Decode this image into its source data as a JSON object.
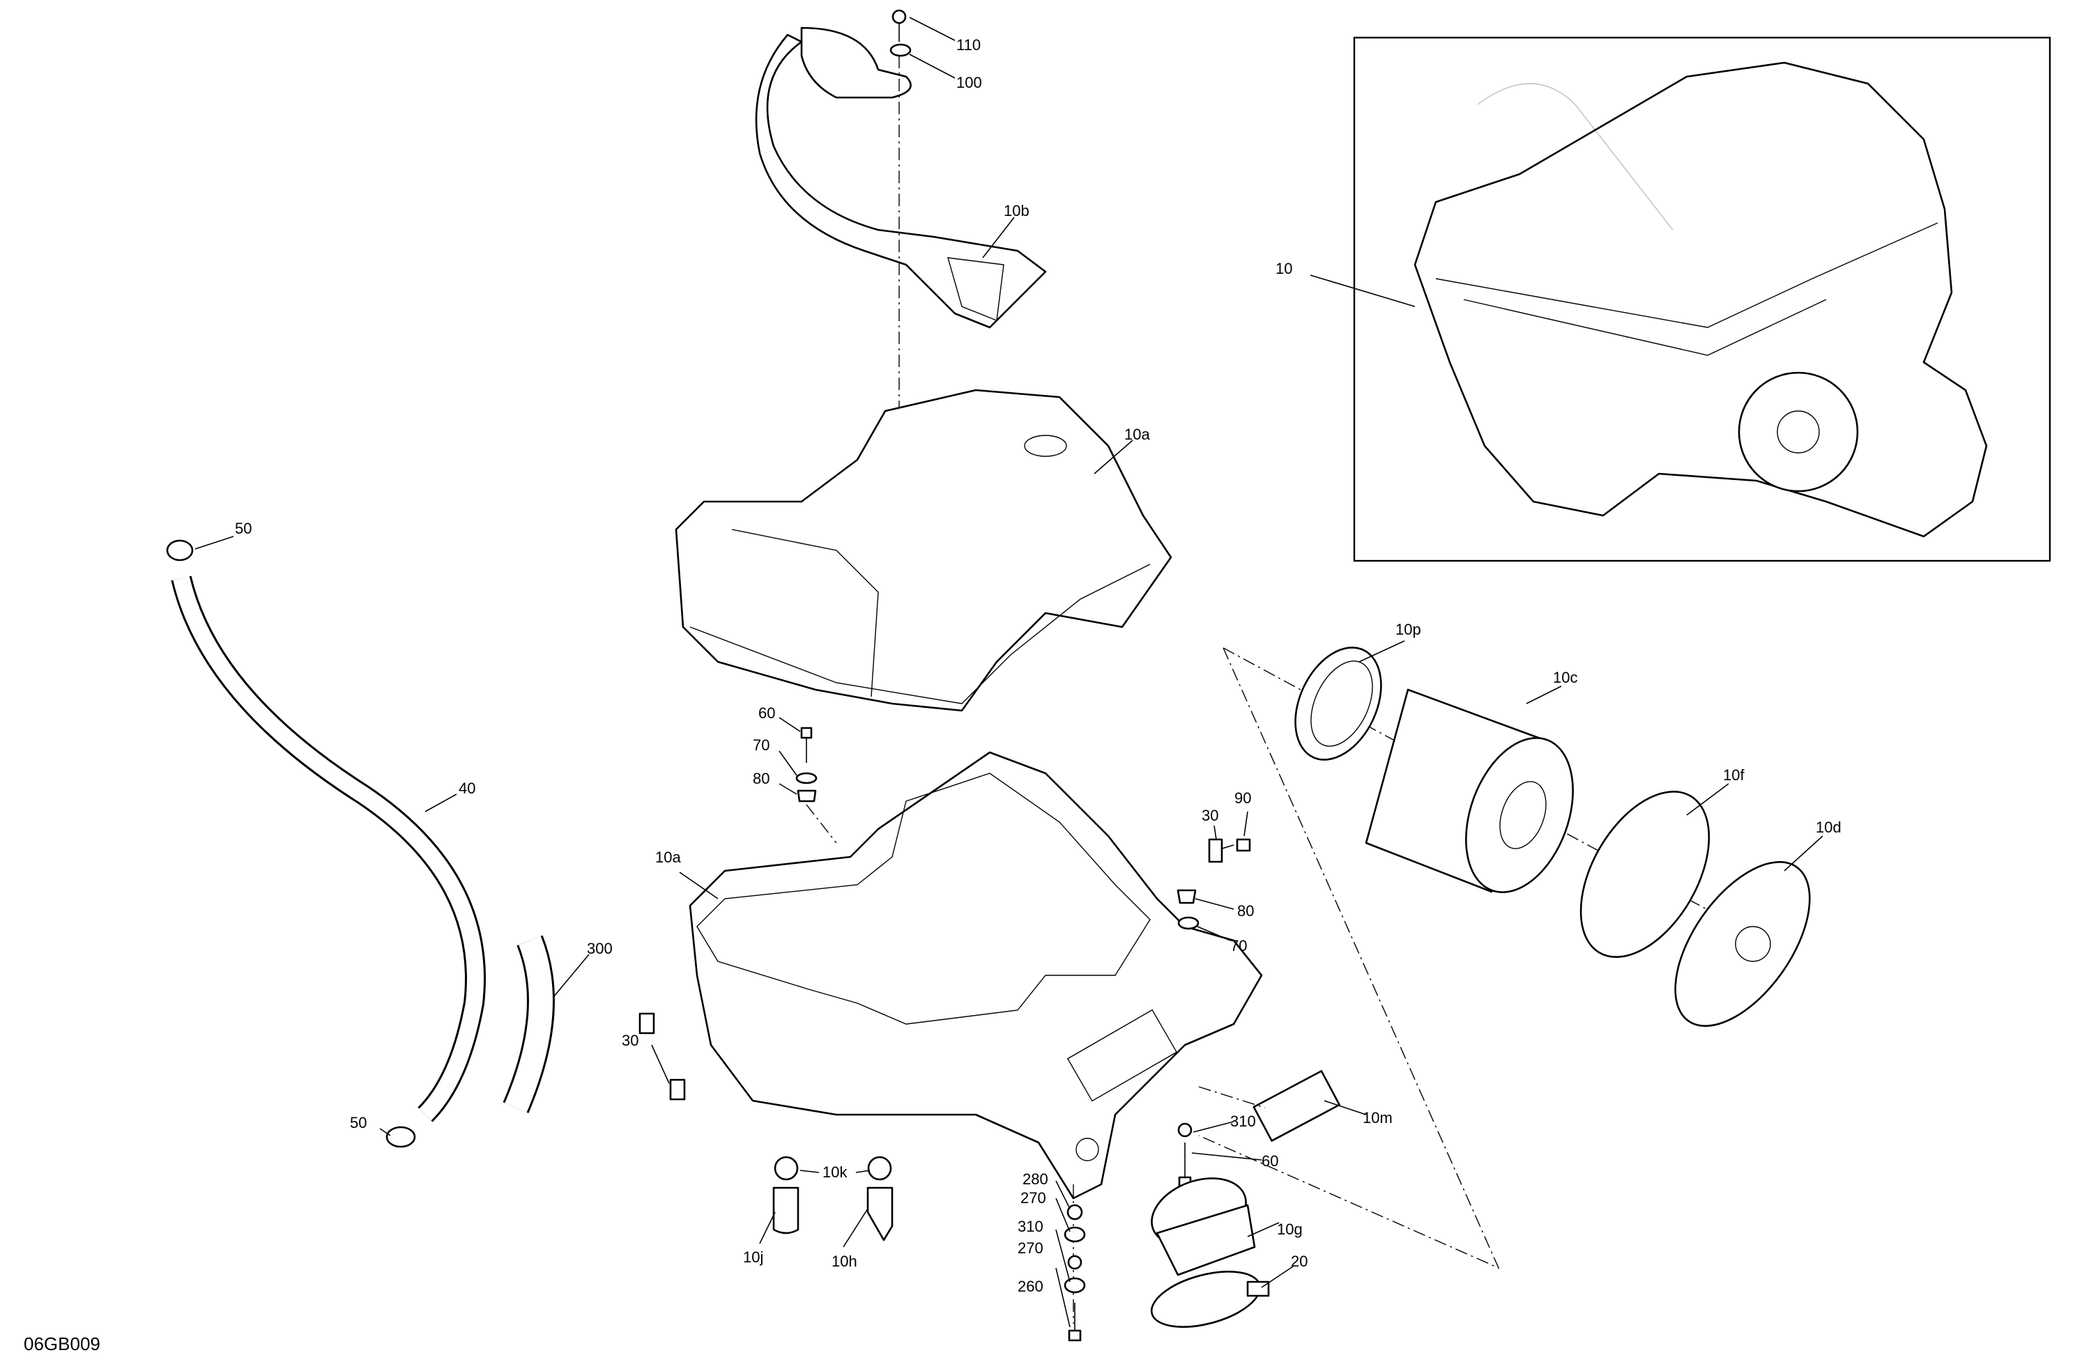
{
  "diagram": {
    "reference_code": "06GB009",
    "inset_label": "10",
    "callouts": {
      "c110": "110",
      "c100": "100",
      "c10b": "10b",
      "c10a_top": "10a",
      "c10": "10",
      "c50_top": "50",
      "c40": "40",
      "c300": "300",
      "c50_bottom": "50",
      "c30_left": "30",
      "c10a_lower": "10a",
      "c60": "60",
      "c70": "70",
      "c80": "80",
      "c90": "90",
      "c30_right": "30",
      "c80_right": "80",
      "c70_right": "70",
      "c10p": "10p",
      "c10c": "10c",
      "c10f": "10f",
      "c10d": "10d",
      "c10m": "10m",
      "c310_right": "310",
      "c60_bottom": "60",
      "c10g": "10g",
      "c20": "20",
      "c280": "280",
      "c270_a": "270",
      "c310_stack": "310",
      "c270_b": "270",
      "c260": "260",
      "c10k": "10k",
      "c10j": "10j",
      "c10h": "10h"
    }
  }
}
